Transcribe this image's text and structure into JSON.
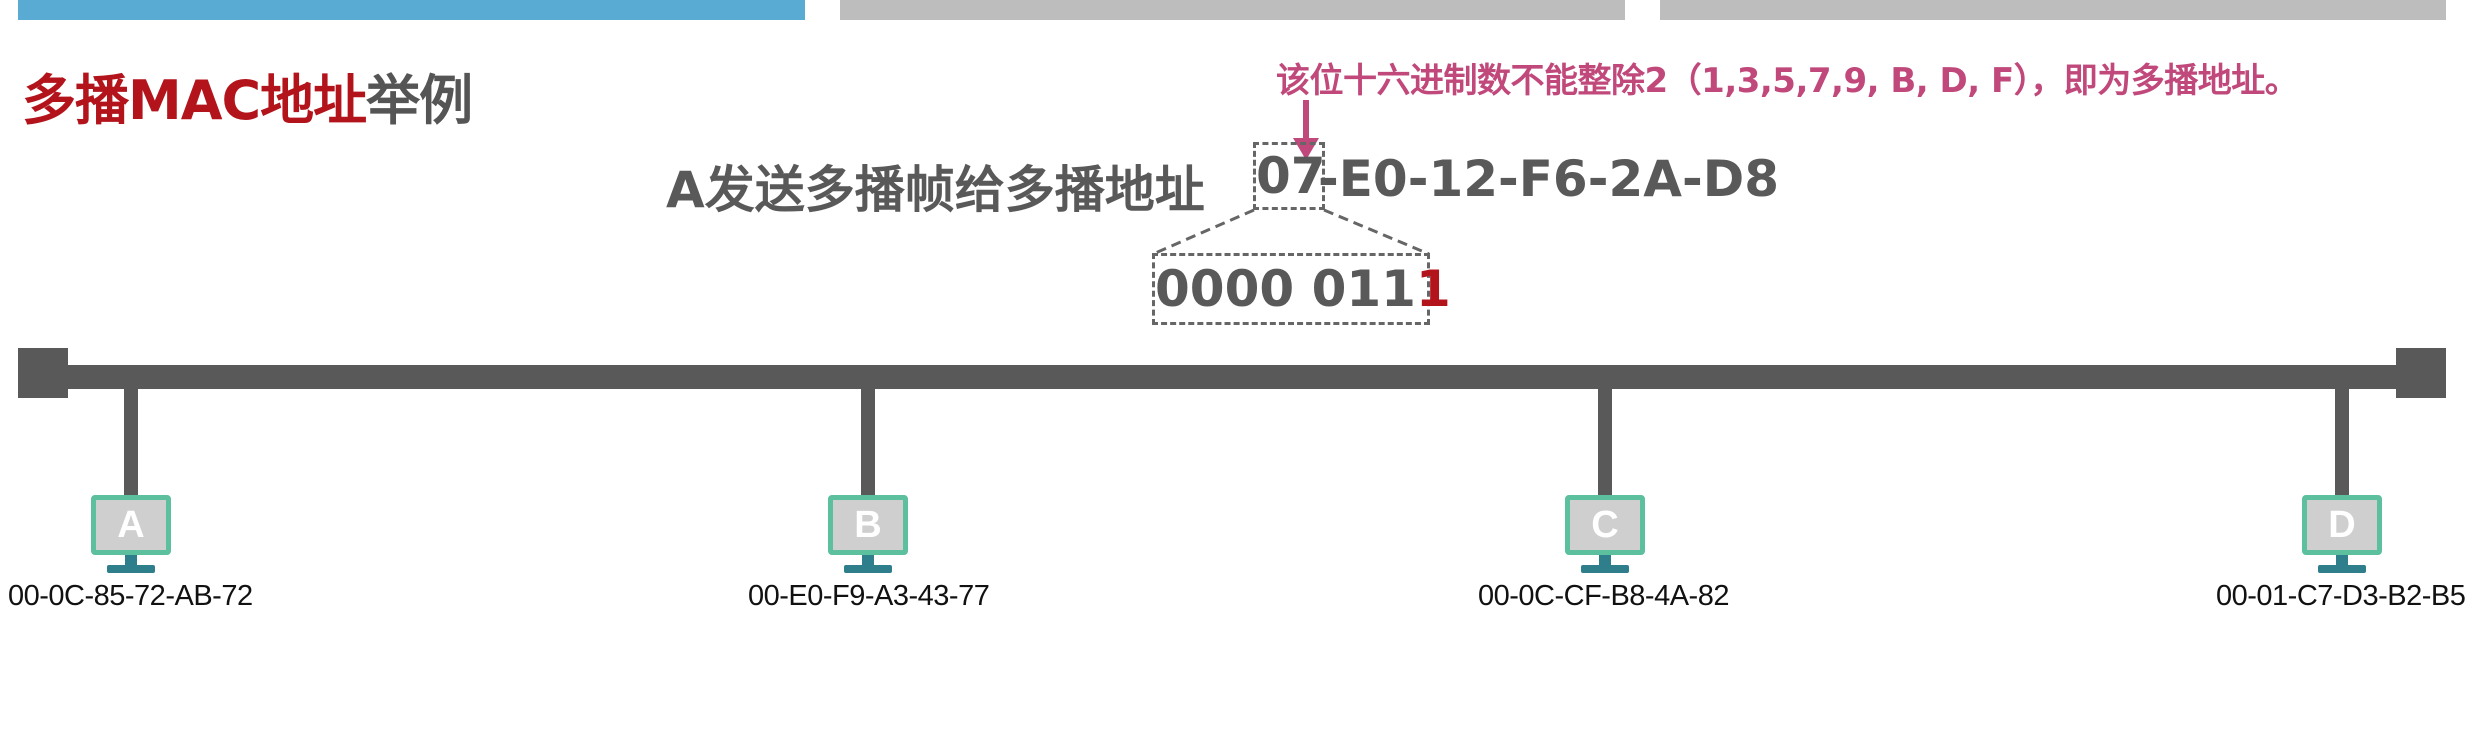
{
  "title": {
    "highlight": "多播MAC地址",
    "rest": "举例"
  },
  "note": "该位十六进制数不能整除2（1,3,5,7,9, B, D, F），即为多播地址。",
  "send": {
    "label": "A发送多播帧给多播地址",
    "address_first": "07",
    "address_rest": "-E0-12-F6-2A-D8"
  },
  "binary": {
    "prefix": "0000 011",
    "last_bit": "1"
  },
  "hosts": [
    {
      "name": "A",
      "mac": "00-0C-85-72-AB-72"
    },
    {
      "name": "B",
      "mac": "00-E0-F9-A3-43-77"
    },
    {
      "name": "C",
      "mac": "00-0C-CF-B8-4A-82"
    },
    {
      "name": "D",
      "mac": "00-01-C7-D3-B2-B5"
    }
  ],
  "colors": {
    "title_highlight": "#b3141c",
    "title_rest": "#555555",
    "note": "#c0487a",
    "bus": "#595959",
    "monitor_border": "#5cbf9e",
    "tab_active": "#5aabd4",
    "tab_inactive": "#bdbdbd"
  }
}
